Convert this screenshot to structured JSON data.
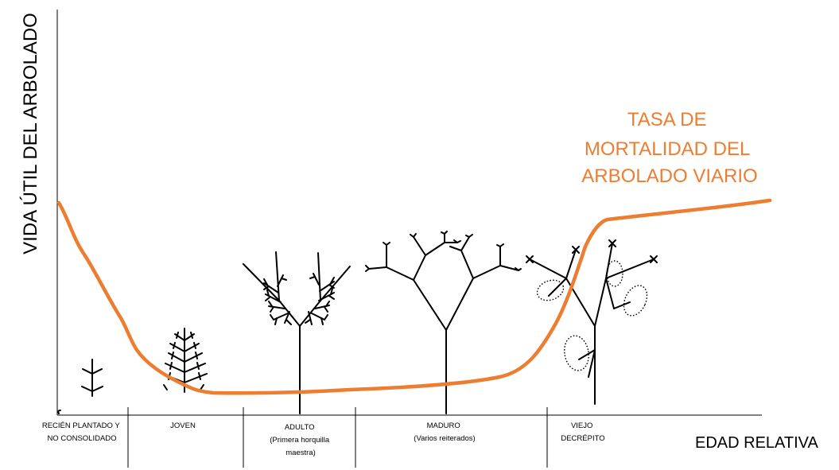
{
  "axes": {
    "y_label": "VIDA ÚTIL DEL ARBOLADO",
    "x_label": "EDAD RELATIVA"
  },
  "curve": {
    "label_lines": [
      "TASA DE",
      "MORTALIDAD DEL",
      "ARBOLADO VIARIO"
    ],
    "color": "#ED7D31"
  },
  "stages": [
    {
      "lines": [
        "RECIÉN PLANTADO Y",
        "NO CONSOLIDADO"
      ]
    },
    {
      "lines": [
        "JOVEN"
      ]
    },
    {
      "lines": [
        "ADULTO",
        "(Primera horquilla",
        "maestra)"
      ]
    },
    {
      "lines": [
        "MADURO",
        "(Varios reiterados)"
      ]
    },
    {
      "lines": [
        "VIEJO",
        "DECRÉPITO"
      ]
    }
  ]
}
